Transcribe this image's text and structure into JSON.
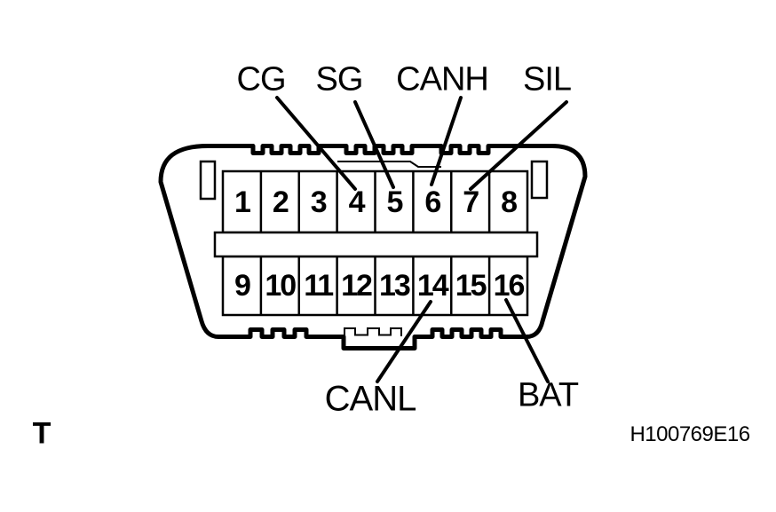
{
  "figure": {
    "type": "connector-pinout-diagram",
    "corner_mark": "T",
    "figure_code": "H100769E16",
    "colors": {
      "line": "#000000",
      "background": "#ffffff"
    },
    "connector": {
      "top_row_pins": [
        "1",
        "2",
        "3",
        "4",
        "5",
        "6",
        "7",
        "8"
      ],
      "bottom_row_pins": [
        "9",
        "10",
        "11",
        "12",
        "13",
        "14",
        "15",
        "16"
      ],
      "callouts": [
        {
          "label": "CG",
          "pin": "4",
          "position": "top"
        },
        {
          "label": "SG",
          "pin": "5",
          "position": "top"
        },
        {
          "label": "CANH",
          "pin": "6",
          "position": "top"
        },
        {
          "label": "SIL",
          "pin": "7",
          "position": "top"
        },
        {
          "label": "CANL",
          "pin": "14",
          "position": "bottom"
        },
        {
          "label": "BAT",
          "pin": "16",
          "position": "bottom"
        }
      ]
    }
  }
}
